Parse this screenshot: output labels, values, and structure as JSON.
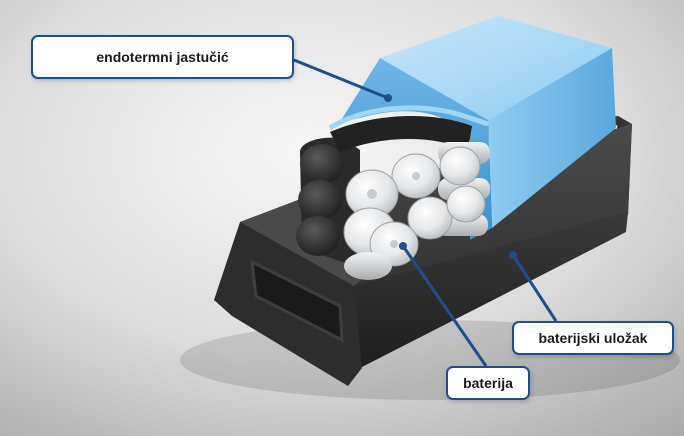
{
  "labels": {
    "pad": "endotermni jastučić",
    "battery": "baterija",
    "tray": "baterijski uložak"
  },
  "colors": {
    "leader_line": "#1e4e8f",
    "pad_blue": "#7cc0ea",
    "tray_dark": "#2b2b2b",
    "cell_silver": "#d9dcde"
  }
}
